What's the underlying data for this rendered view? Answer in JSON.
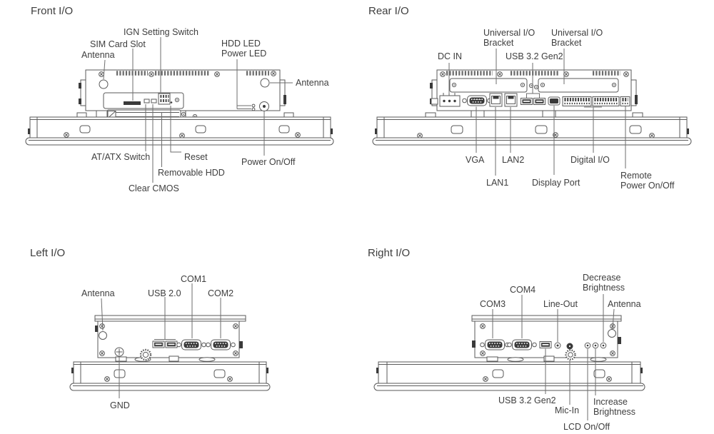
{
  "page": {
    "background_color": "#ffffff",
    "line_color": "#5a5a5a",
    "dark_fill_color": "#3a3a3a",
    "text_color": "#3e3e3e"
  },
  "sections": {
    "front": {
      "title": "Front I/O",
      "labels": {
        "ign": "IGN Setting Switch",
        "sim": "SIM Card Slot",
        "antenna_left": "Antenna",
        "hdd_led": "HDD LED",
        "power_led": "Power LED",
        "antenna_right": "Antenna",
        "at_atx": "AT/ATX Switch",
        "reset": "Reset",
        "removable_hdd": "Removable HDD",
        "clear_cmos": "Clear CMOS",
        "power_on_off": "Power On/Off"
      }
    },
    "rear": {
      "title": "Rear I/O",
      "labels": {
        "bracket_left": "Universal I/O\nBracket",
        "bracket_right": "Universal I/O\nBracket",
        "dc_in": "DC IN",
        "usb": "USB 3.2 Gen2",
        "vga": "VGA",
        "lan2": "LAN2",
        "lan1": "LAN1",
        "display_port": "Display Port",
        "digital_io": "Digital I/O",
        "remote": "Remote\nPower On/Off"
      }
    },
    "left": {
      "title": "Left I/O",
      "labels": {
        "com1": "COM1",
        "antenna": "Antenna",
        "usb": "USB 2.0",
        "com2": "COM2",
        "gnd": "GND"
      }
    },
    "right": {
      "title": "Right I/O",
      "labels": {
        "decrease": "Decrease\nBrightness",
        "com4": "COM4",
        "com3": "COM3",
        "line_out": "Line-Out",
        "antenna": "Antenna",
        "usb": "USB 3.2 Gen2",
        "mic_in": "Mic-In",
        "increase": "Increase\nBrightness",
        "lcd": "LCD On/Off"
      }
    }
  }
}
